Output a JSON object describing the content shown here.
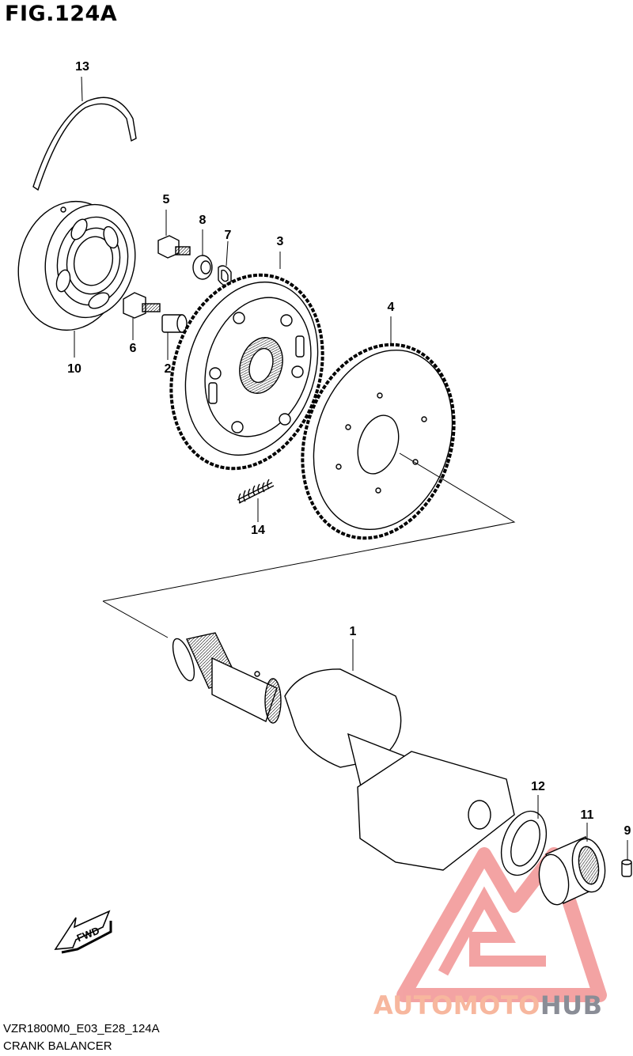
{
  "figure": {
    "title": "FIG.124A"
  },
  "callouts": {
    "c13": "13",
    "c5": "5",
    "c8": "8",
    "c7": "7",
    "c3": "3",
    "c4": "4",
    "c6": "6",
    "c10": "10",
    "c2": "2",
    "c14": "14",
    "c1": "1",
    "c12": "12",
    "c11": "11",
    "c9": "9"
  },
  "fwd_label": "FWD",
  "footer": {
    "code": "VZR1800M0_E03_E28_124A",
    "name": "CRANK BALANCER"
  },
  "watermark": {
    "part1": "AUTOMOTO",
    "part2": "HUB",
    "color1": "#f7b79e",
    "color2": "#8a8d96",
    "logo_color": "#f29a9a"
  }
}
